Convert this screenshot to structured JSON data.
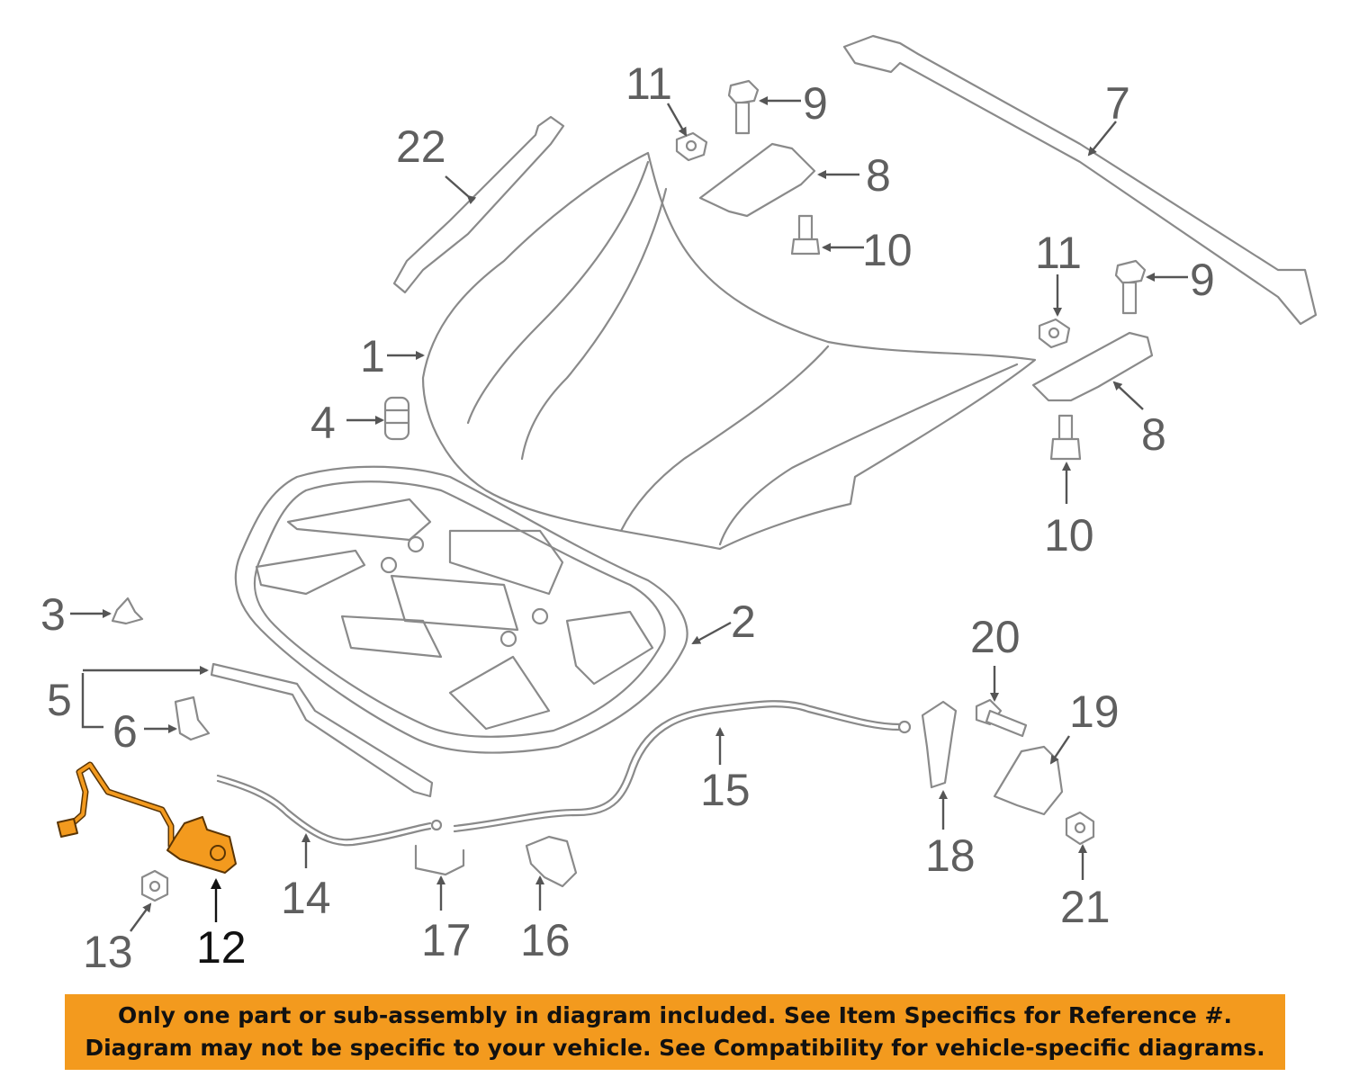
{
  "callouts": {
    "c1": "1",
    "c2": "2",
    "c3": "3",
    "c4": "4",
    "c5": "5",
    "c6": "6",
    "c7": "7",
    "c8a": "8",
    "c8b": "8",
    "c9a": "9",
    "c9b": "9",
    "c10a": "10",
    "c10b": "10",
    "c11a": "11",
    "c11b": "11",
    "c12": "12",
    "c13": "13",
    "c14": "14",
    "c15": "15",
    "c16": "16",
    "c17": "17",
    "c18": "18",
    "c19": "19",
    "c20": "20",
    "c21": "21",
    "c22": "22"
  },
  "highlighted_part": "12",
  "colors": {
    "highlight": "#f39a1e",
    "banner": "#f39a1e",
    "linework": "#8a8a8a"
  },
  "disclaimer": {
    "line1": "Only one part or sub-assembly in diagram included. See Item Specifics for Reference #.",
    "line2": "Diagram may not be specific to your vehicle. See Compatibility for vehicle-specific diagrams."
  }
}
